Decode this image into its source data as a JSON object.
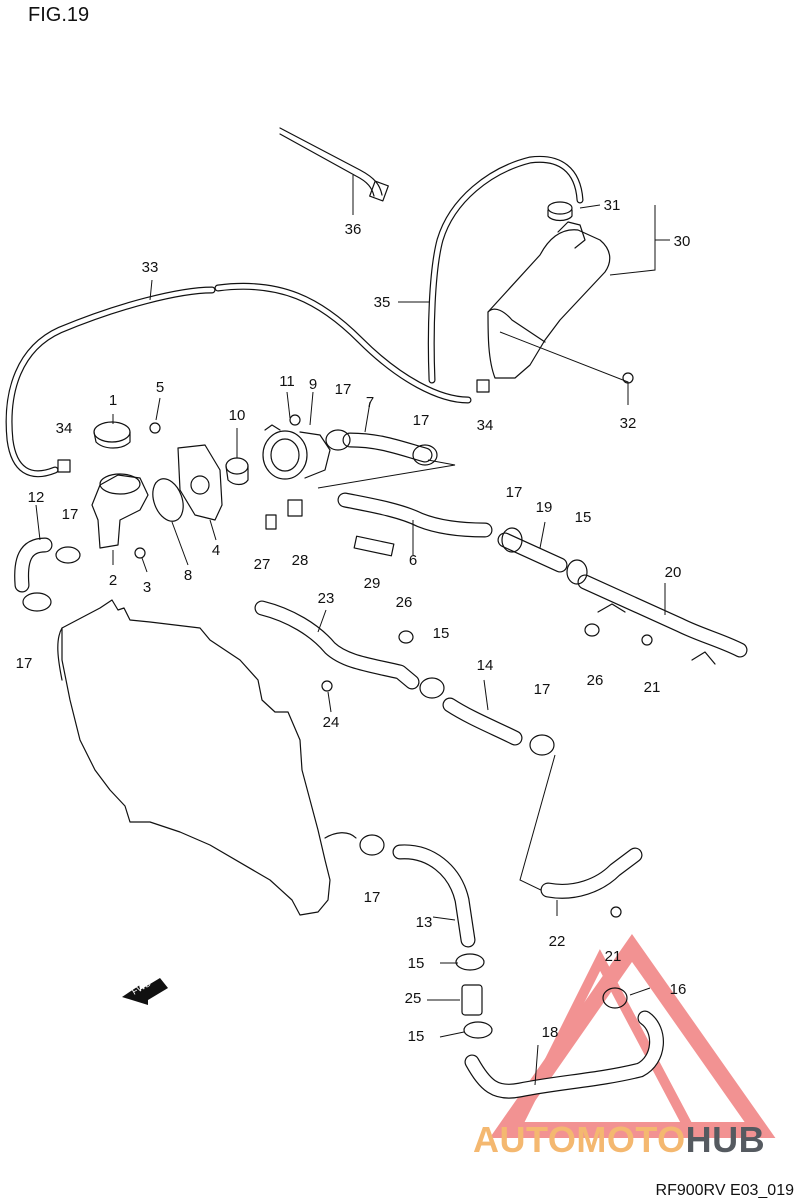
{
  "figure": {
    "title": "FIG.19",
    "drawing_id": "RF900RV E03_019"
  },
  "watermark": {
    "text_part1": "AUTOMOTO",
    "text_part2": "HUB",
    "logo_color": "#f08080",
    "text_color_1": "#f4b870",
    "text_color_2": "#555a60"
  },
  "fwd_label": "FWD",
  "callouts": [
    "1",
    "2",
    "3",
    "4",
    "5",
    "6",
    "7",
    "8",
    "9",
    "10",
    "11",
    "12",
    "13",
    "14",
    "15",
    "16",
    "17",
    "18",
    "19",
    "20",
    "21",
    "22",
    "23",
    "24",
    "25",
    "26",
    "27",
    "28",
    "29",
    "30",
    "31",
    "32",
    "33",
    "34",
    "35",
    "36"
  ],
  "callout_instances": [
    {
      "label": "1"
    },
    {
      "label": "2"
    },
    {
      "label": "3"
    },
    {
      "label": "4"
    },
    {
      "label": "5"
    },
    {
      "label": "6"
    },
    {
      "label": "7"
    },
    {
      "label": "8"
    },
    {
      "label": "9"
    },
    {
      "label": "10"
    },
    {
      "label": "11"
    },
    {
      "label": "12"
    },
    {
      "label": "13"
    },
    {
      "label": "14"
    },
    {
      "label": "15"
    },
    {
      "label": "15"
    },
    {
      "label": "15"
    },
    {
      "label": "15"
    },
    {
      "label": "16"
    },
    {
      "label": "17"
    },
    {
      "label": "17"
    },
    {
      "label": "17"
    },
    {
      "label": "17"
    },
    {
      "label": "17"
    },
    {
      "label": "17"
    },
    {
      "label": "17"
    },
    {
      "label": "18"
    },
    {
      "label": "19"
    },
    {
      "label": "20"
    },
    {
      "label": "21"
    },
    {
      "label": "21"
    },
    {
      "label": "22"
    },
    {
      "label": "23"
    },
    {
      "label": "24"
    },
    {
      "label": "25"
    },
    {
      "label": "26"
    },
    {
      "label": "26"
    },
    {
      "label": "27"
    },
    {
      "label": "28"
    },
    {
      "label": "29"
    },
    {
      "label": "30"
    },
    {
      "label": "31"
    },
    {
      "label": "32"
    },
    {
      "label": "33"
    },
    {
      "label": "34"
    },
    {
      "label": "34"
    },
    {
      "label": "35"
    },
    {
      "label": "36"
    }
  ]
}
